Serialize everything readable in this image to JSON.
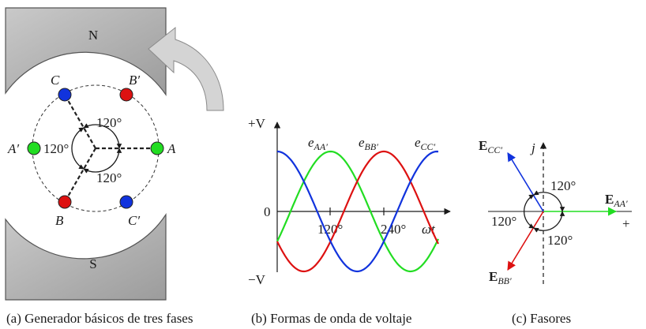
{
  "generator": {
    "magnet_north": "N",
    "magnet_south": "S",
    "coils": [
      {
        "id": "A",
        "label": "A",
        "color": "#22dd22"
      },
      {
        "id": "A_prime",
        "label": "A′",
        "color": "#22dd22"
      },
      {
        "id": "B",
        "label": "B",
        "color": "#dd1111"
      },
      {
        "id": "B_prime",
        "label": "B′",
        "color": "#dd1111"
      },
      {
        "id": "C",
        "label": "C",
        "color": "#1133dd"
      },
      {
        "id": "C_prime",
        "label": "C′",
        "color": "#1133dd"
      }
    ],
    "angles": [
      "120°",
      "120°",
      "120°"
    ],
    "caption": "(a) Generador básicos de tres fases"
  },
  "waveforms": {
    "y_top": "+V",
    "y_bottom": "−V",
    "origin": "0",
    "x_axis": "ωt",
    "tick_120": "120°",
    "tick_240": "240°",
    "series": [
      {
        "main": "e",
        "sub": "AA′",
        "color": "#22dd22"
      },
      {
        "main": "e",
        "sub": "BB′",
        "color": "#dd1111"
      },
      {
        "main": "e",
        "sub": "CC′",
        "color": "#1133dd"
      }
    ],
    "caption": "(b) Formas de onda de voltaje"
  },
  "phasors": {
    "j_label": "j",
    "plus_label": "+",
    "angles": [
      "120°",
      "120°",
      "120°"
    ],
    "vectors": [
      {
        "main": "E",
        "sub": "AA′",
        "color": "#22dd22"
      },
      {
        "main": "E",
        "sub": "BB′",
        "color": "#dd1111"
      },
      {
        "main": "E",
        "sub": "CC′",
        "color": "#1133dd"
      }
    ],
    "caption": "(c) Fasores"
  }
}
